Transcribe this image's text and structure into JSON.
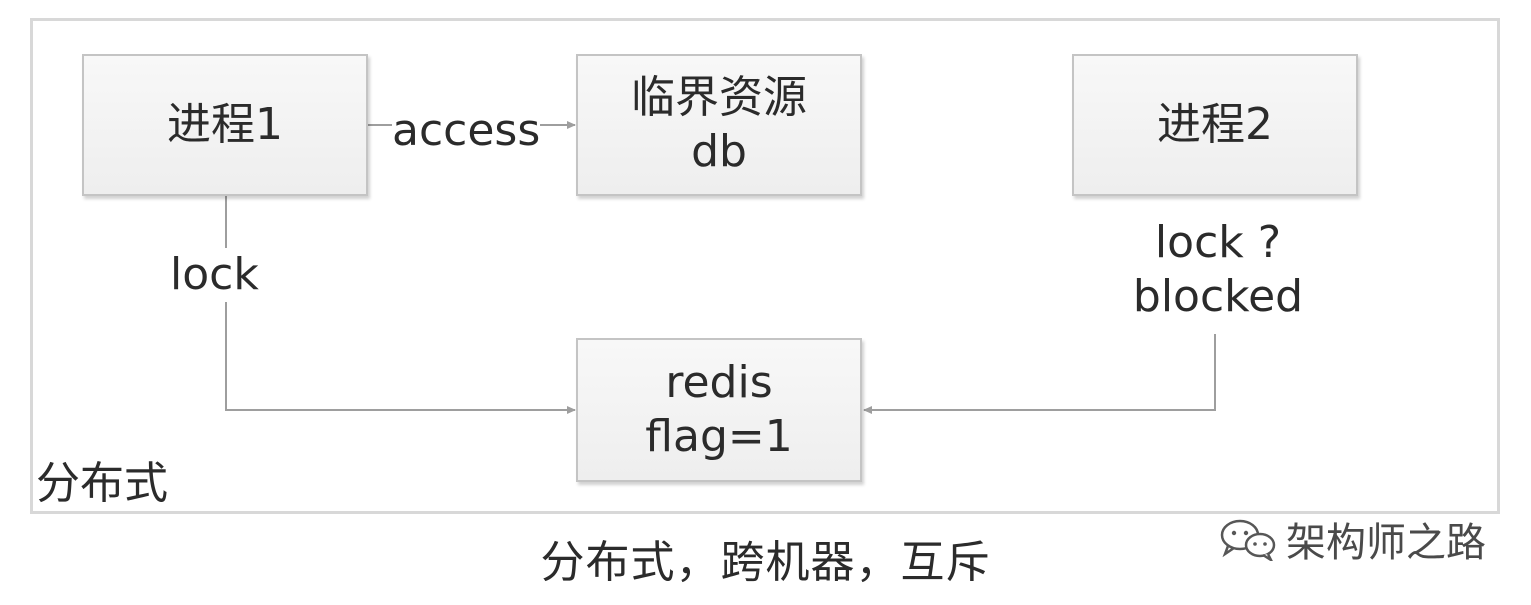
{
  "nodes": {
    "process1": {
      "label": "进程1"
    },
    "resource": {
      "line1": "临界资源",
      "line2": "db"
    },
    "process2": {
      "label": "进程2"
    },
    "redis": {
      "line1": "redis",
      "line2": "flag=1"
    }
  },
  "edges": {
    "access": "access",
    "lock": "lock",
    "lock_query": "lock ?",
    "blocked": "blocked"
  },
  "frame": {
    "label": "分布式"
  },
  "caption": "分布式，跨机器，互斥",
  "watermark": {
    "text": "架构师之路",
    "icon": "wechat-icon"
  },
  "colors": {
    "box_fill": "#f0f0f0",
    "box_border": "#c4c4c4",
    "connector": "#9e9e9e",
    "frame_border": "#d8d8d8",
    "text": "#2b2b2b"
  }
}
